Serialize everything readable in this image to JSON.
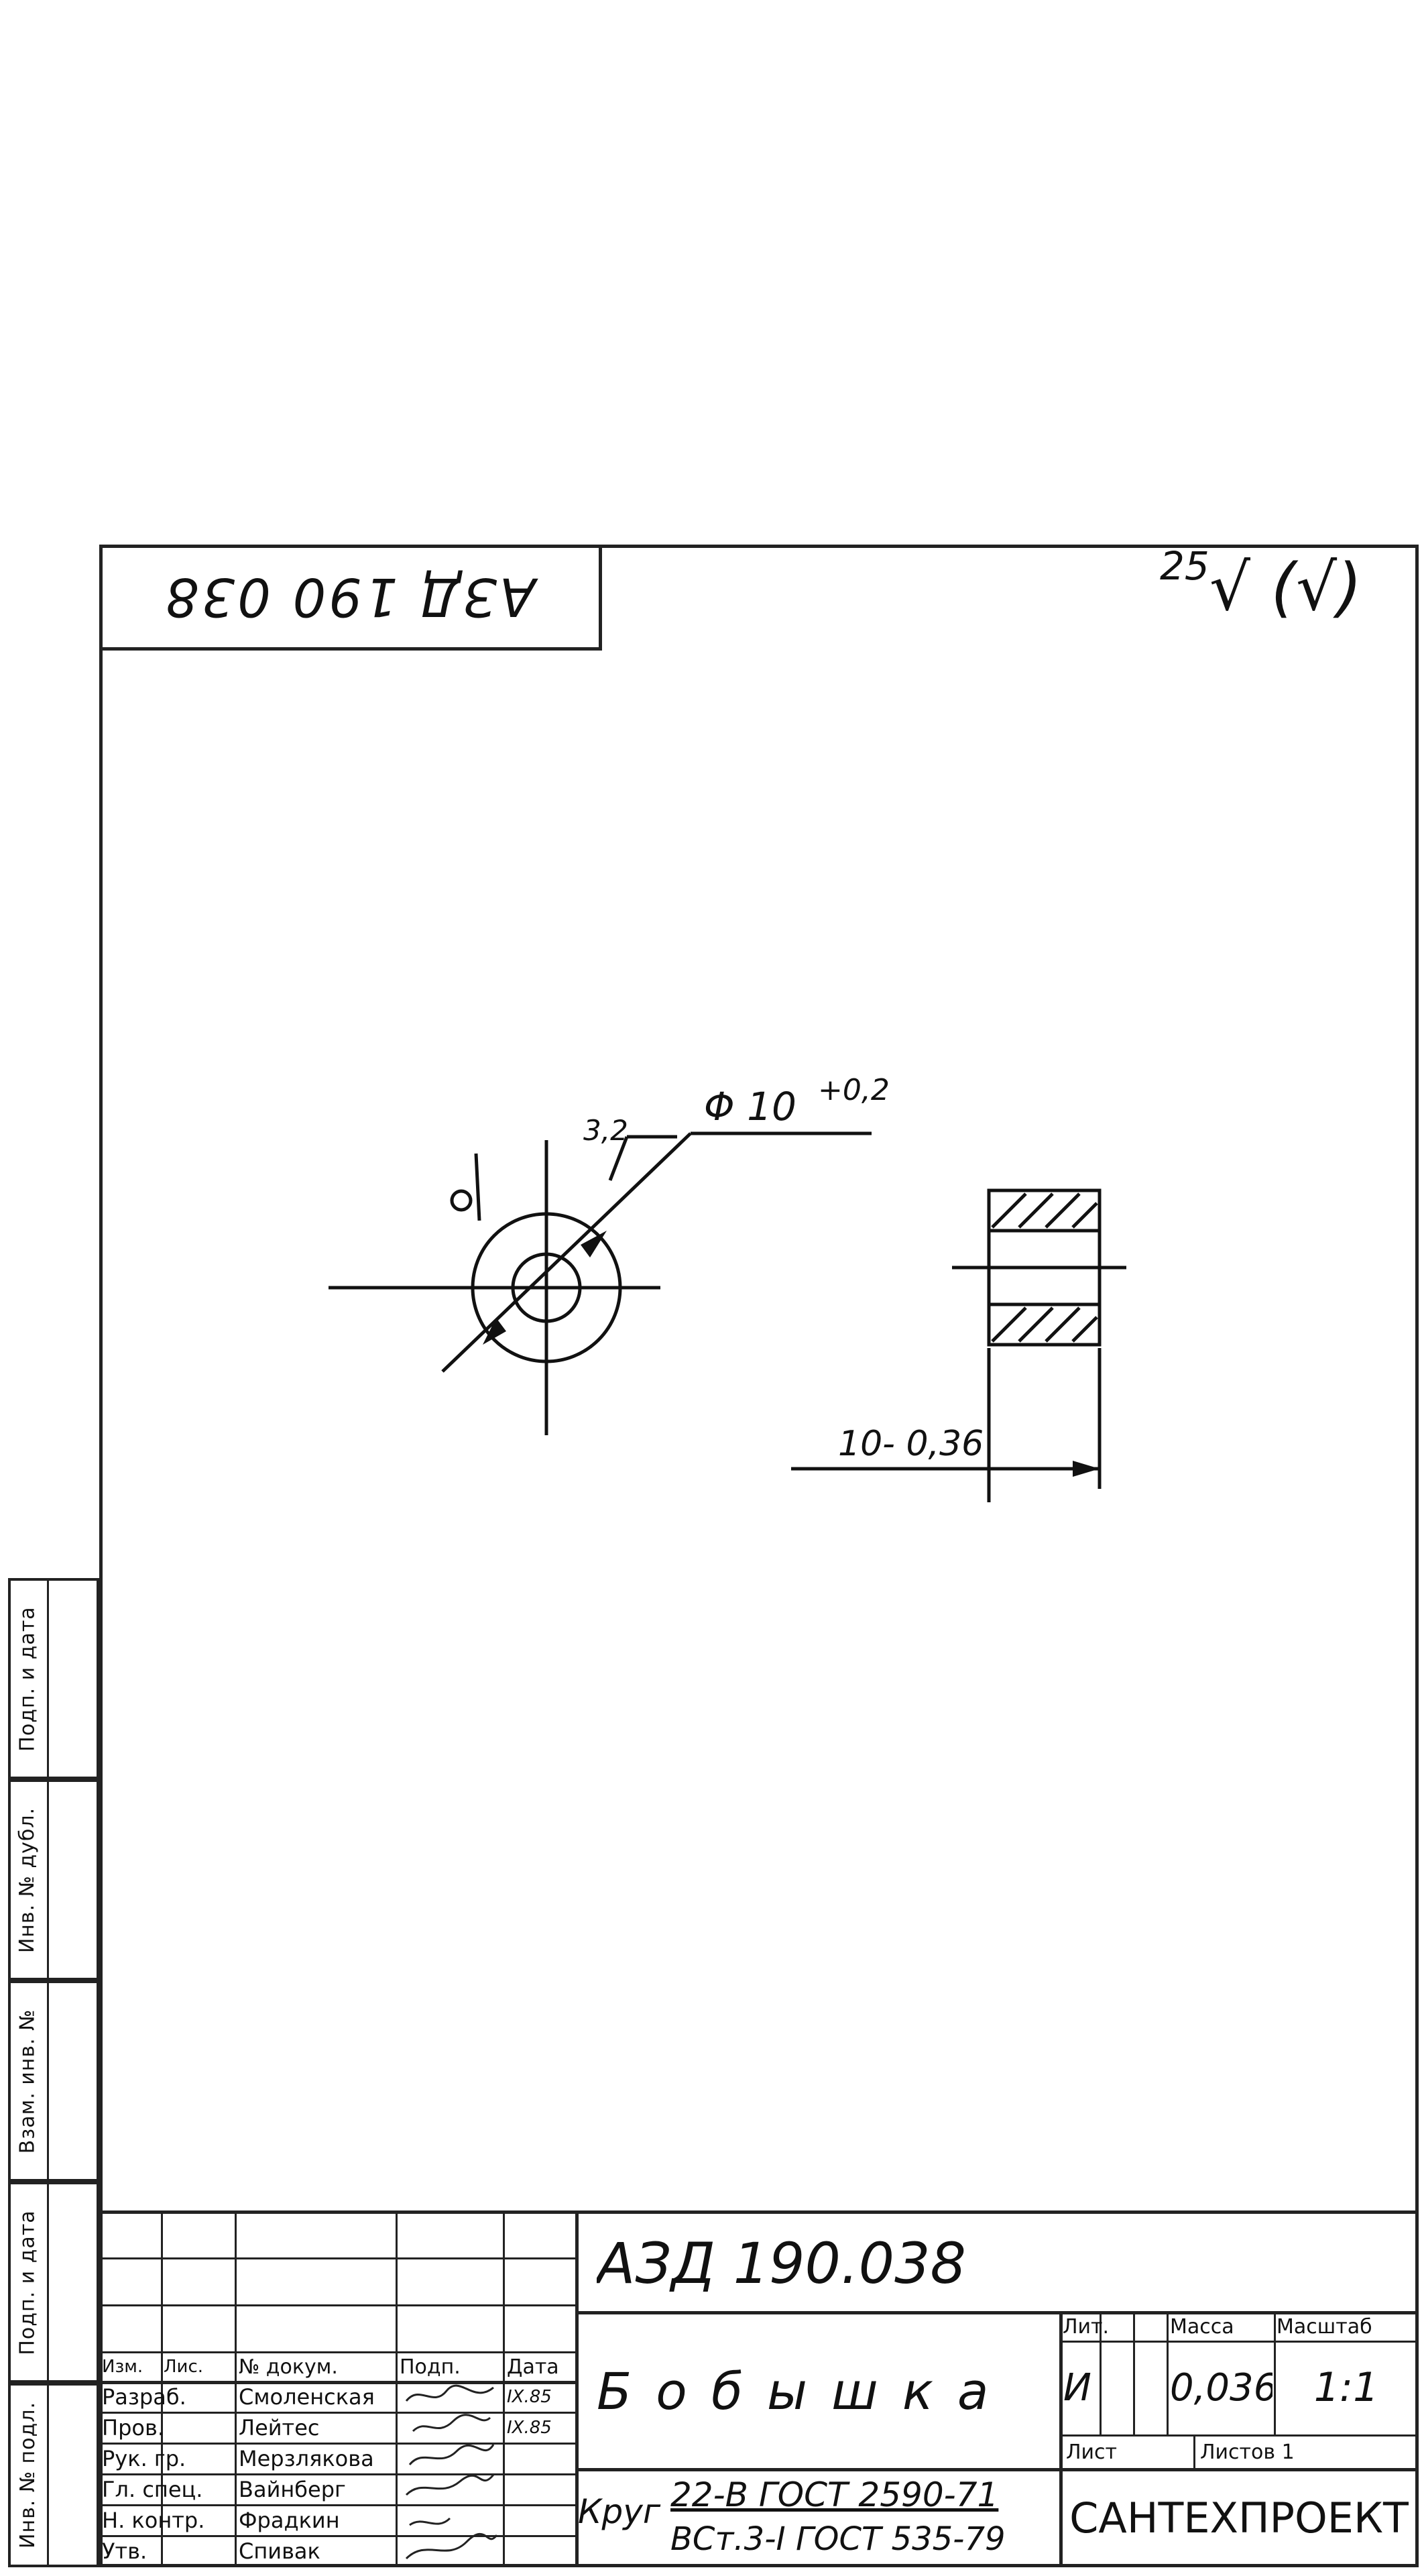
{
  "sheet": {
    "designation": "АЗД 190.038",
    "stamp_designation": "АЗД 190 038",
    "roughness": {
      "value": "25",
      "other": "(√)"
    }
  },
  "drawing": {
    "dia_label": "Φ 10",
    "dia_tol": "+0,2",
    "chamfer_label": "3,2",
    "width_label": "10- 0,36"
  },
  "side_strip": {
    "labels": [
      "Инв. № подл.",
      "Подп. и дата",
      "Взам. инв. №",
      "Инв. № дубл.",
      "Подп. и дата"
    ]
  },
  "title_block": {
    "designation": "АЗД 190.038",
    "name": "Б о б ы ш к а",
    "headers": {
      "izm": "Изм.",
      "list": "Лис.",
      "doc": "№ докум.",
      "sign": "Подп.",
      "date": "Дата"
    },
    "roles": [
      {
        "role": "Разраб.",
        "name": "Смоленская",
        "date": "IX.85"
      },
      {
        "role": "Пров.",
        "name": "Лейтес",
        "date": "IX.85"
      },
      {
        "role": "Рук. гр.",
        "name": "Мерзлякова",
        "date": ""
      },
      {
        "role": "Гл. спец.",
        "name": "Вайнберг",
        "date": ""
      },
      {
        "role": "Н. контр.",
        "name": "Фрадкин",
        "date": ""
      },
      {
        "role": "Утв.",
        "name": "Спивак",
        "date": ""
      }
    ],
    "lit_label": "Лит.",
    "lit_value": "И",
    "mass_label": "Масса",
    "mass_value": "0,036",
    "scale_label": "Масштаб",
    "scale_value": "1:1",
    "sheet_label": "Лист",
    "sheets_label": "Листов 1",
    "material_prefix": "Круг",
    "material_top": "22-В ГОСТ 2590-71",
    "material_bottom": "ВСт.3-I ГОСТ 535-79",
    "org": "САНТЕХПРОЕКТ"
  }
}
